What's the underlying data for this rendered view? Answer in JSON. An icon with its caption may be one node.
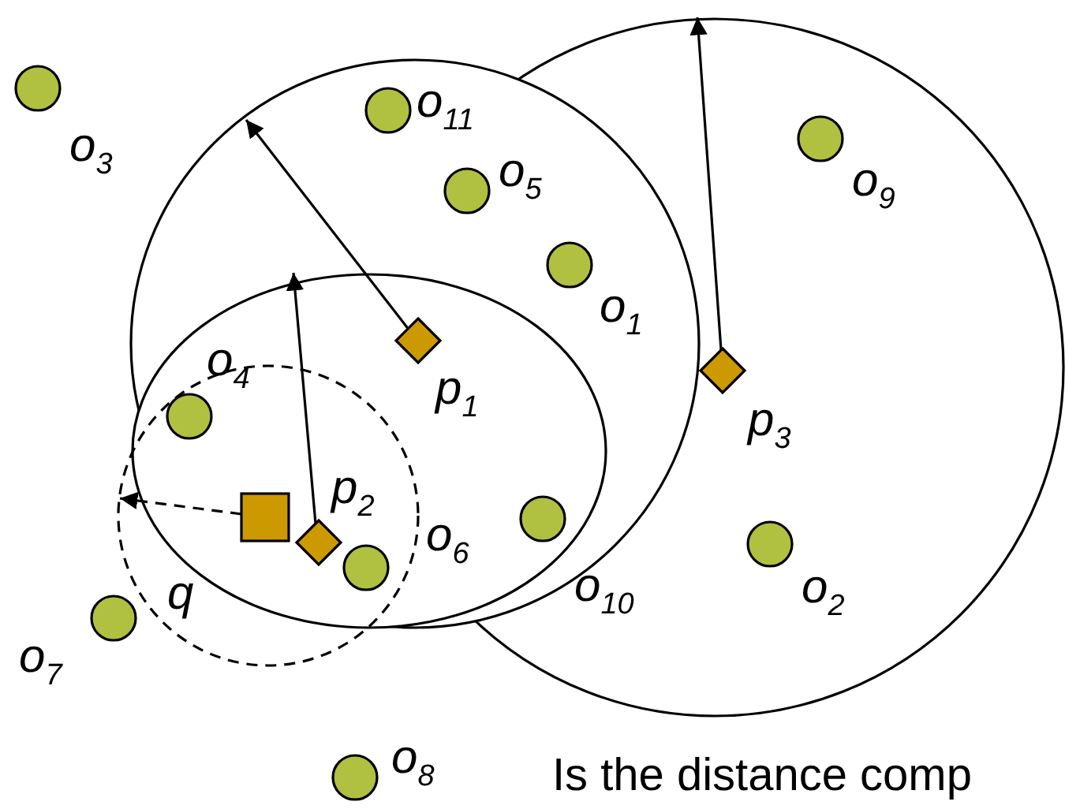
{
  "diagram": {
    "labels": [
      "o$_{11}$",
      "o$_{3}$",
      "o$_{5}$",
      "o$_{9}$",
      "o$_{1}$",
      "p$_{1}$",
      "o$_{4}$",
      "p$_{3}$",
      "p$_{2}$",
      "o$_{6}$",
      "q",
      "o$_{10}$",
      "o$_{2}$",
      "o$_{7}$",
      "o$_{8}$",
      "Is the distance comp"
    ]
  }
}
